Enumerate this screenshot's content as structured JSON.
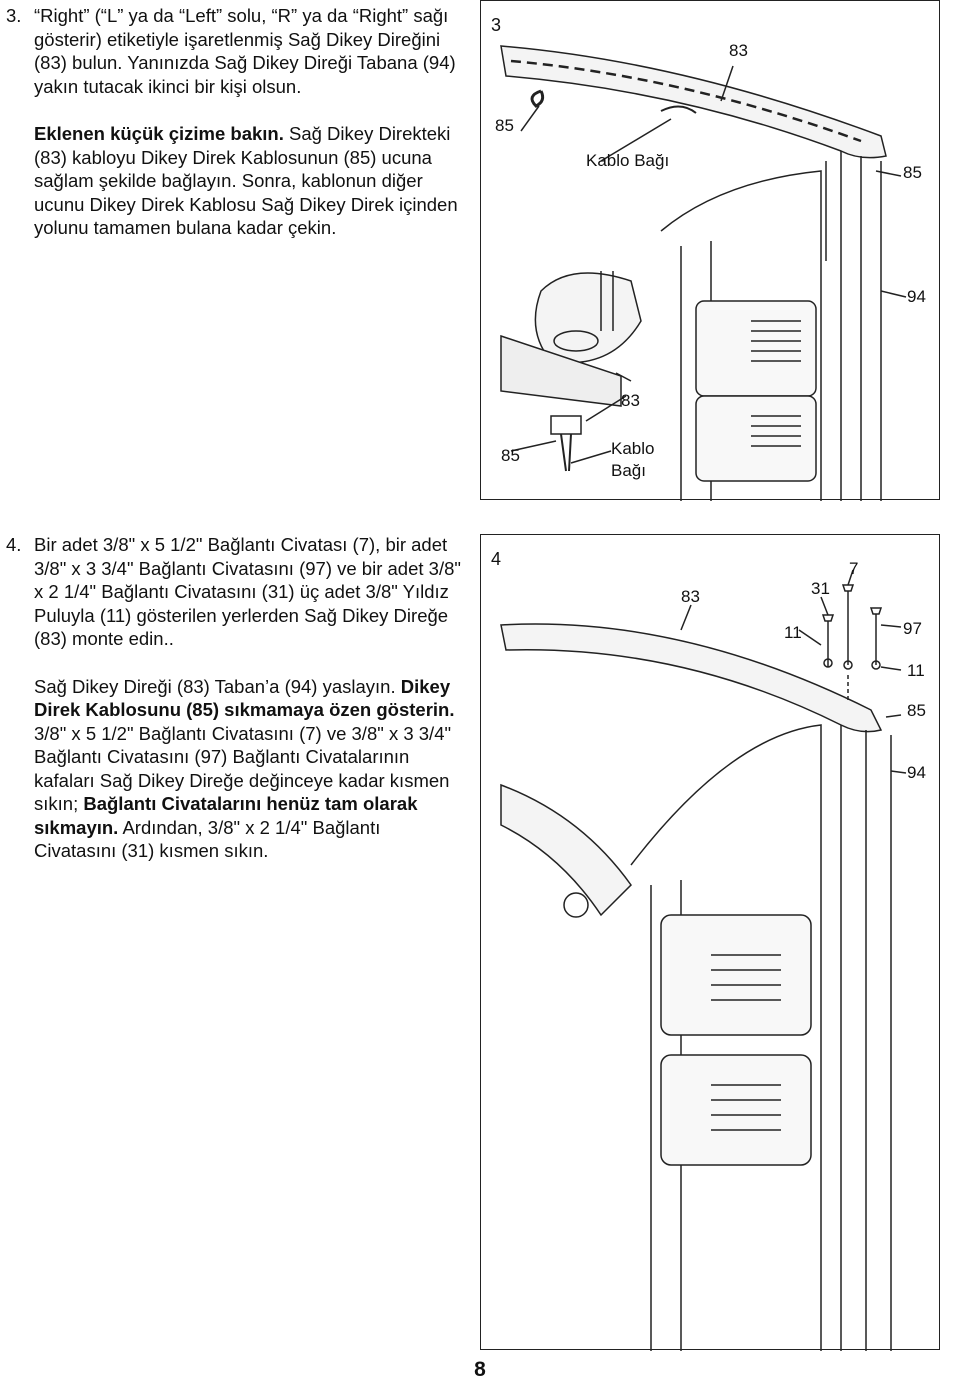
{
  "step3": {
    "number": "3.",
    "para1": "“Right” (“L” ya da “Left” solu, “R” ya da “Right” sağı gösterir) etiketiyle işaretlenmiş Sağ Dikey Direğini (83) bulun. Yanınızda Sağ Dikey Direği Tabana (94) yakın tutacak ikinci bir kişi olsun.",
    "para2_bold": "Eklenen küçük çizime bakın.",
    "para2_rest": " Sağ Dikey Direkteki (83) kabloyu Dikey Direk Kablosunun (85) ucuna sağlam şekilde bağlayın. Sonra, kablonun diğer ucunu Dikey Direk Kablosu Sağ Dikey Direk içinden yolunu tamamen bulana kadar çekin."
  },
  "step4": {
    "number": "4.",
    "para1": "Bir adet 3/8\" x 5 1/2\" Bağlantı Civatası (7), bir adet 3/8\" x 3 3/4\" Bağlantı Civatasını (97) ve bir adet 3/8\" x 2 1/4\" Bağlantı Civatasını (31) üç adet 3/8\" Yıldız Puluyla (11) gösterilen yerlerden Sağ Dikey Direğe (83) monte edin..",
    "para2_a": "Sağ Dikey Direği (83) Taban’a (94) yaslayın. ",
    "para2_b_bold": "Dikey Direk Kablosunu (85) sıkmamaya özen gösterin.",
    "para2_c": " 3/8\" x 5 1/2\" Bağlantı Civatasını (7) ve 3/8\" x 3 3/4\" Bağlantı Civatasını (97) Bağlantı Civatalarının kafaları Sağ Dikey Direğe değinceye kadar kısmen sıkın; ",
    "para2_d_bold": "Bağlantı Civatalarını henüz tam olarak sıkmayın.",
    "para2_e": " Ardından, 3/8\" x 2 1/4\" Bağlantı Civatasını (31) kısmen sıkın."
  },
  "figure3": {
    "number": "3",
    "labels": {
      "part83_top": "83",
      "part85_left": "85",
      "cable_tie_top": "Kablo Bağı",
      "part85_right": "85",
      "part94": "94",
      "part83_inset": "83",
      "part85_inset": "85",
      "cable_tie_inset_line1": "Kablo",
      "cable_tie_inset_line2": "Bağı"
    }
  },
  "figure4": {
    "number": "4",
    "labels": {
      "part83": "83",
      "part7": "7",
      "part31": "31",
      "part11_left": "11",
      "part97": "97",
      "part11_right": "11",
      "part85": "85",
      "part94": "94"
    }
  },
  "page_number": "8"
}
